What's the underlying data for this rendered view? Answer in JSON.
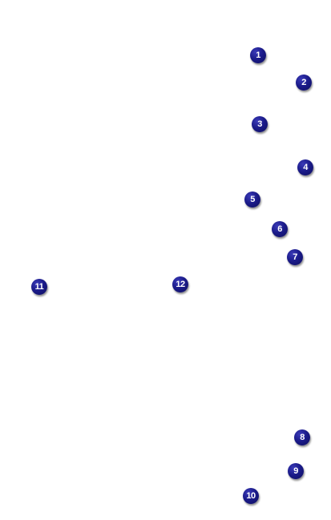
{
  "markers": {
    "m1": "1",
    "m2": "2",
    "m3": "3",
    "m4": "4",
    "m5": "5",
    "m6": "6",
    "m7": "7",
    "m8": "8",
    "m9": "9",
    "m10": "10",
    "m11": "11",
    "m12": "12"
  },
  "colors": {
    "background": "#ffffff",
    "marker_fill": "#1b1b8a",
    "marker_text": "#ffffff"
  }
}
